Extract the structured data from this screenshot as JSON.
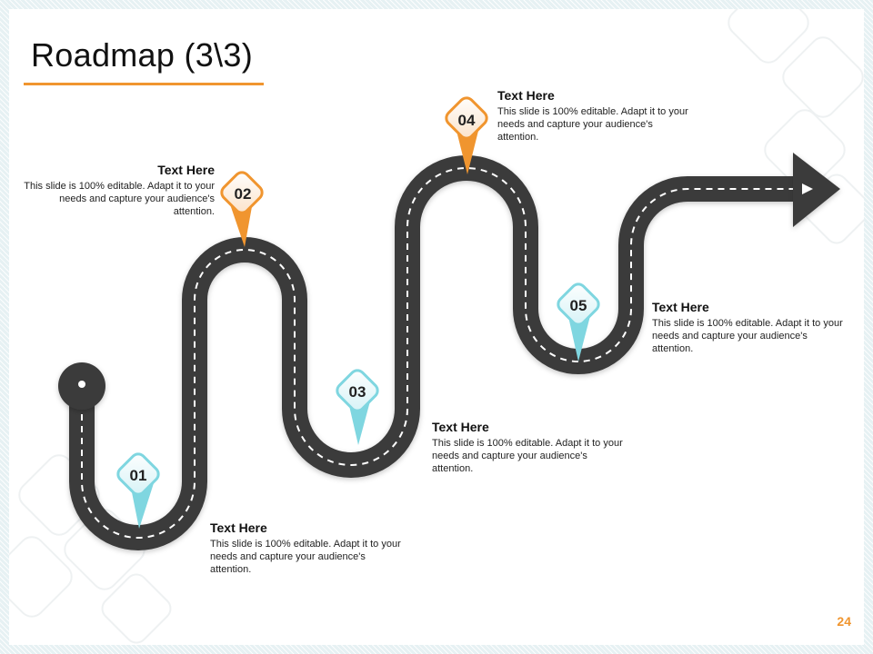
{
  "slide": {
    "title": "Roadmap (3\\3)",
    "page_number": "24"
  },
  "colors": {
    "accent": "#f0952f",
    "road": "#3b3b3b",
    "teal": "#7fd6e0",
    "teal_light": "#e4f7fa",
    "orange_light": "#fde7cf"
  },
  "steps": [
    {
      "number": "01",
      "heading": "Text Here",
      "body": "This slide is 100% editable. Adapt it to your needs and capture your audience's attention.",
      "marker": "teal"
    },
    {
      "number": "02",
      "heading": "Text Here",
      "body": "This slide is 100% editable. Adapt it to your needs and capture your audience's attention.",
      "marker": "orange"
    },
    {
      "number": "03",
      "heading": "Text Here",
      "body": "This slide is 100% editable. Adapt it to your needs and capture your audience's attention.",
      "marker": "teal"
    },
    {
      "number": "04",
      "heading": "Text Here",
      "body": "This slide is 100% editable. Adapt it to your needs and capture your audience's attention.",
      "marker": "orange"
    },
    {
      "number": "05",
      "heading": "Text Here",
      "body": "This slide is 100% editable. Adapt it to your needs and capture your audience's attention.",
      "marker": "teal"
    }
  ]
}
